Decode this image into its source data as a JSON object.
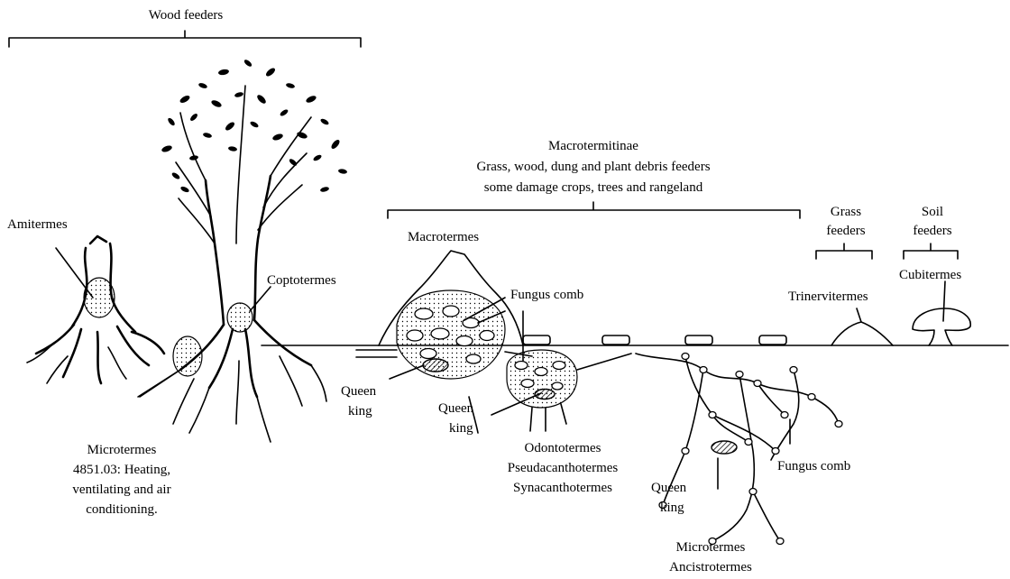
{
  "groups": {
    "wood_feeders": "Wood feeders",
    "macrotermitinae_title": "Macrotermitinae",
    "macrotermitinae_line1": "Grass, wood, dung and plant debris feeders",
    "macrotermitinae_line2": "some damage crops, trees and rangeland",
    "grass_feeders_1": "Grass",
    "grass_feeders_2": "feeders",
    "soil_feeders_1": "Soil",
    "soil_feeders_2": "feeders"
  },
  "labels": {
    "amitermes": "Amitermes",
    "coptotermes": "Coptotermes",
    "macrotermes": "Macrotermes",
    "fungus_comb_top": "Fungus comb",
    "trinervitermes": "Trinervitermes",
    "cubitermes": "Cubitermes",
    "queen_1": "Queen",
    "king_1": "king",
    "queen_2": "Queen",
    "king_2": "king",
    "queen_3": "Queen",
    "king_3": "king",
    "microtermes_left": "Microtermes",
    "hvac_1": "4851.03: Heating,",
    "hvac_2": "ventilating and air",
    "hvac_3": "conditioning.",
    "odontotermes": "Odontotermes",
    "pseudacanthotermes": "Pseudacanthotermes",
    "synacanthotermes": "Synacanthotermes",
    "fungus_comb_bottom": "Fungus comb",
    "microtermes_bottom": "Microtermes",
    "ancistrotermes": "Ancistrotermes"
  }
}
